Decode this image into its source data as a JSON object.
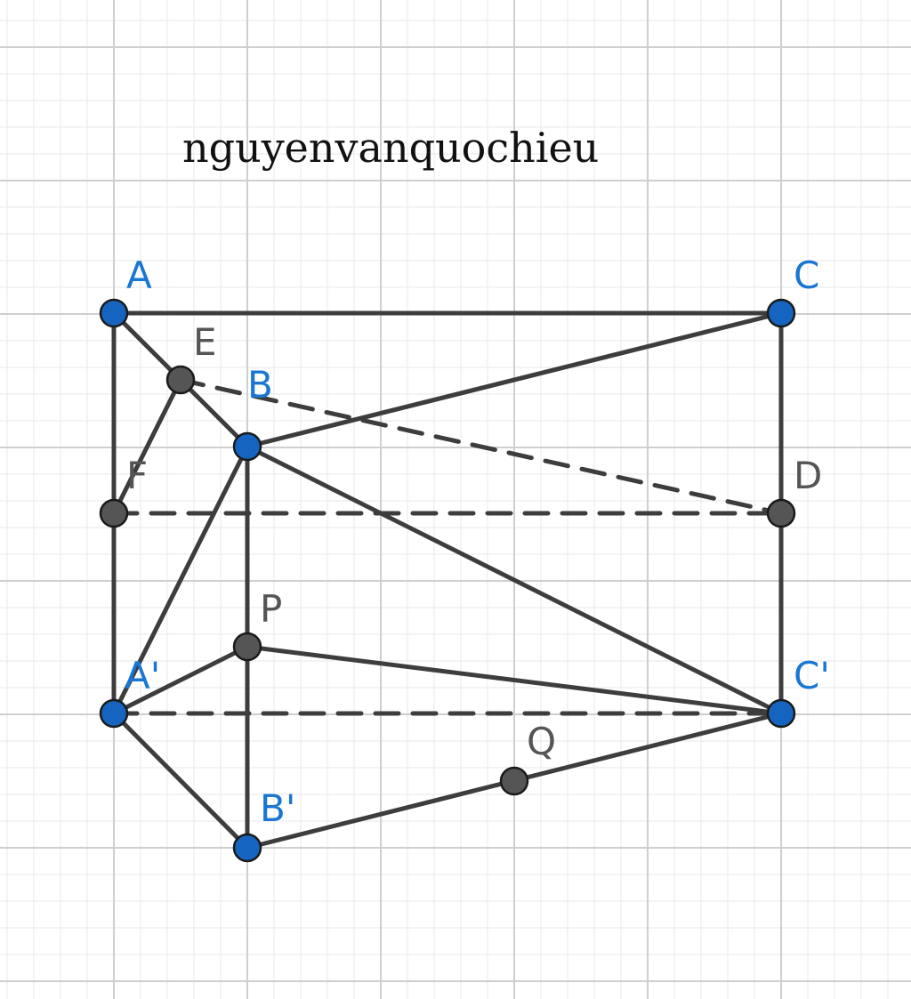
{
  "watermark": "nguyenvanquochieu",
  "colors": {
    "free_point": "#1565c0",
    "dependent_point": "#555555",
    "free_label": "#1976d2",
    "dependent_label": "#555555",
    "segment": "#3d3d3d",
    "grid_major": "#cfcfcf",
    "grid_minor": "#ececec"
  },
  "points": [
    {
      "id": "A",
      "label": "A",
      "kind": "free"
    },
    {
      "id": "C",
      "label": "C",
      "kind": "free"
    },
    {
      "id": "E",
      "label": "E",
      "kind": "dependent"
    },
    {
      "id": "B",
      "label": "B",
      "kind": "free"
    },
    {
      "id": "F",
      "label": "F",
      "kind": "dependent"
    },
    {
      "id": "D",
      "label": "D",
      "kind": "dependent"
    },
    {
      "id": "P",
      "label": "P",
      "kind": "dependent"
    },
    {
      "id": "A1",
      "label": "A'",
      "kind": "free"
    },
    {
      "id": "C1",
      "label": "C'",
      "kind": "free"
    },
    {
      "id": "Q",
      "label": "Q",
      "kind": "dependent"
    },
    {
      "id": "B1",
      "label": "B'",
      "kind": "free"
    }
  ],
  "segments": [
    {
      "from": "A",
      "to": "C",
      "style": "solid"
    },
    {
      "from": "A",
      "to": "A1",
      "style": "solid"
    },
    {
      "from": "C",
      "to": "C1",
      "style": "solid"
    },
    {
      "from": "A",
      "to": "B",
      "style": "solid"
    },
    {
      "from": "B",
      "to": "C",
      "style": "solid"
    },
    {
      "from": "B",
      "to": "B1",
      "style": "solid"
    },
    {
      "from": "B",
      "to": "C1",
      "style": "solid"
    },
    {
      "from": "B",
      "to": "A1",
      "style": "solid"
    },
    {
      "from": "E",
      "to": "F",
      "style": "solid"
    },
    {
      "from": "A1",
      "to": "P",
      "style": "solid"
    },
    {
      "from": "P",
      "to": "C1",
      "style": "solid"
    },
    {
      "from": "A1",
      "to": "B1",
      "style": "solid"
    },
    {
      "from": "B1",
      "to": "C1",
      "style": "solid"
    },
    {
      "from": "E",
      "to": "D",
      "style": "dashed"
    },
    {
      "from": "F",
      "to": "D",
      "style": "dashed"
    },
    {
      "from": "A1",
      "to": "C1",
      "style": "dashed"
    }
  ]
}
